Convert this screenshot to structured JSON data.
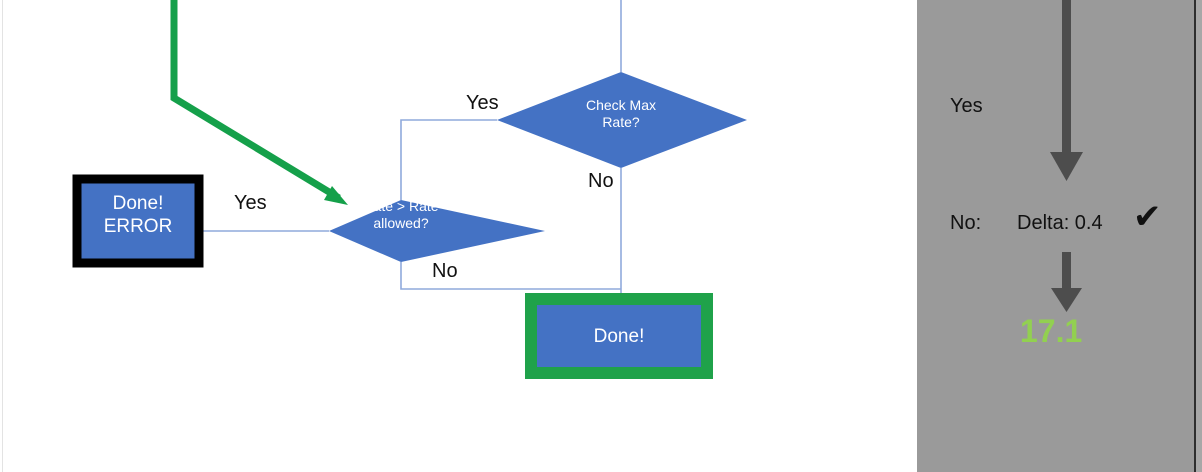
{
  "flowchart": {
    "nodes": {
      "error_box": {
        "label": "Done!\nERROR"
      },
      "rate_diamond": {
        "label": "Rate > Rate\nallowed?"
      },
      "maxrate_diamond": {
        "label": "Check Max\nRate?"
      },
      "done_box": {
        "label": "Done!"
      }
    },
    "edge_labels": {
      "error_yes": "Yes",
      "rate_no": "No",
      "maxrate_yes": "Yes",
      "maxrate_no": "No"
    },
    "colors": {
      "node_fill": "#4472C4",
      "highlight_green": "#1FA24A",
      "error_border": "#000000",
      "connector": "#8FAADC"
    }
  },
  "panel": {
    "yes_label": "Yes",
    "no_label": "No:",
    "delta_label": "Delta: 0.4",
    "check_mark": "✔",
    "result_value": "17.1",
    "colors": {
      "background": "#9A9A9A",
      "arrow": "#4D4D4D",
      "result": "#92D050"
    }
  }
}
